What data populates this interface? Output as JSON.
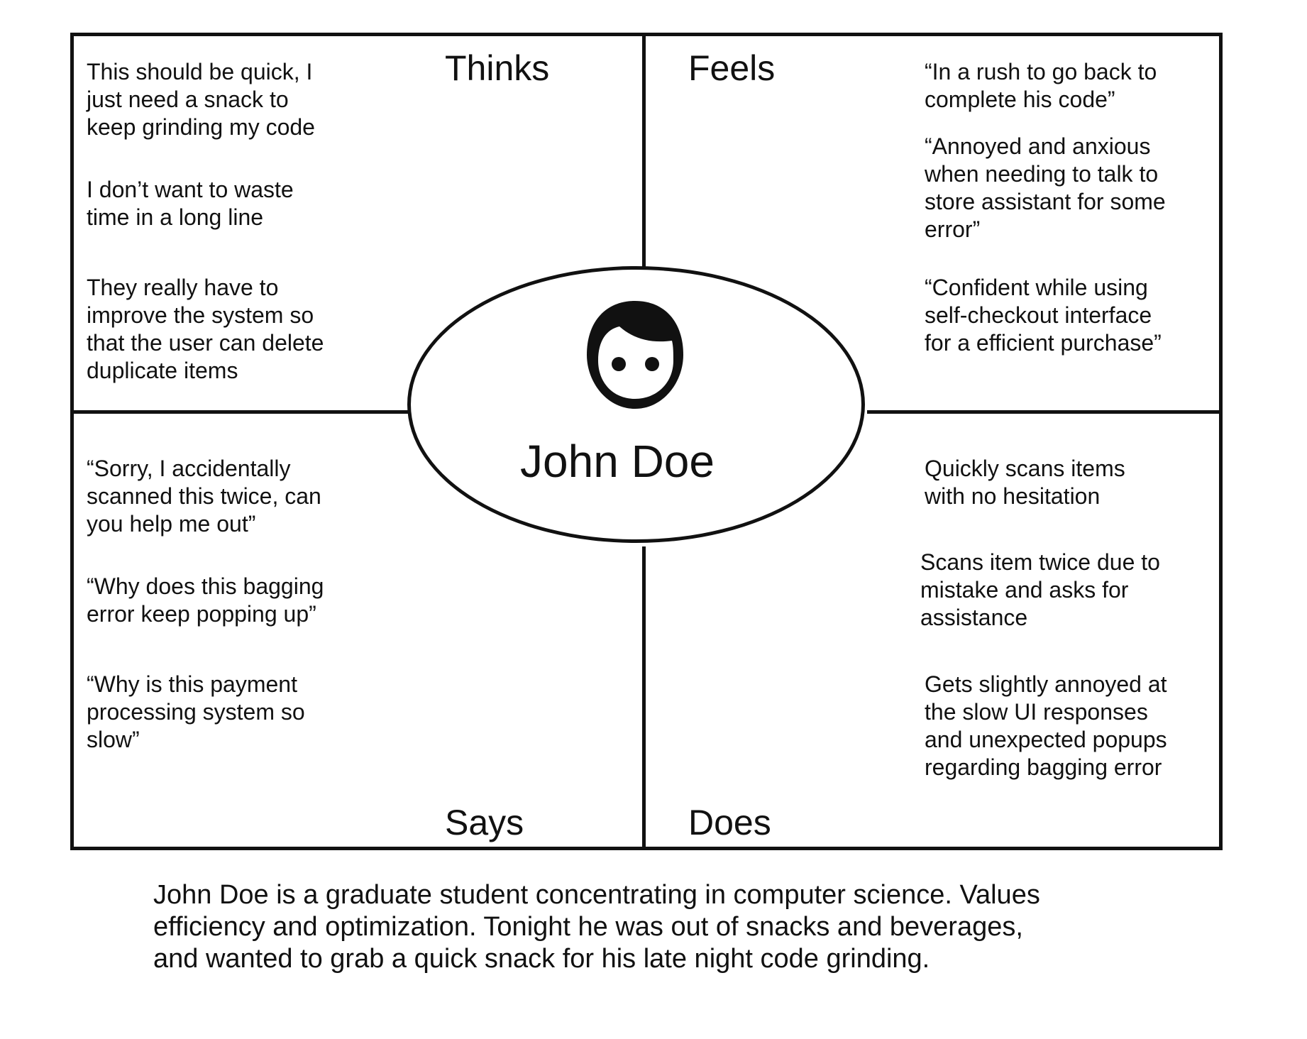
{
  "persona": {
    "name": "John Doe",
    "avatar_icon": "user-face-icon",
    "description": "John Doe is a graduate student concentrating in computer science. Values\nefficiency and optimization. Tonight he was out of snacks and beverages,\nand wanted to grab a quick snack for his late night code grinding."
  },
  "quadrants": {
    "thinks": {
      "title": "Thinks",
      "notes": [
        "This should be quick, I\njust need a snack to\nkeep grinding my code",
        "I don’t want to waste\ntime in a long line",
        "They really have to\nimprove the system so\nthat the user can delete\nduplicate items"
      ]
    },
    "feels": {
      "title": "Feels",
      "notes": [
        "“In a rush to go back to\ncomplete his code”",
        "“Annoyed and anxious\nwhen needing to talk to\nstore assistant for some\nerror”",
        "“Confident while using\nself-checkout interface\nfor a efficient purchase”"
      ]
    },
    "says": {
      "title": "Says",
      "notes": [
        "“Sorry, I accidentally\nscanned this twice, can\nyou help me out”",
        "“Why does this bagging\nerror keep popping up”",
        "“Why is this payment\nprocessing system so\nslow”"
      ]
    },
    "does": {
      "title": "Does",
      "notes": [
        "Quickly scans items\nwith no hesitation",
        "Scans item twice due to\nmistake and asks for\nassistance",
        "Gets slightly annoyed at\nthe slow UI responses\nand unexpected popups\nregarding bagging error"
      ]
    }
  },
  "colors": {
    "line": "#111111",
    "background": "#ffffff"
  }
}
